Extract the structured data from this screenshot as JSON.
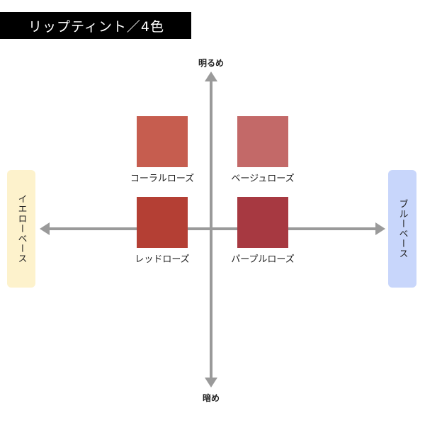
{
  "title": "リップティント／4色",
  "axes": {
    "top_label": "明るめ",
    "bottom_label": "暗め",
    "left_label": "イエローベース",
    "right_label": "ブルーベース"
  },
  "colors": {
    "title_bg": "#000000",
    "axis": "#9a9a9a",
    "left_tag_bg": "#fdf2cc",
    "right_tag_bg": "#c8d6fb"
  },
  "swatches": [
    {
      "label": "コーラルローズ",
      "color": "#c65d4f",
      "quadrant": "top-left"
    },
    {
      "label": "ベージュローズ",
      "color": "#c36968",
      "quadrant": "top-right"
    },
    {
      "label": "レッドローズ",
      "color": "#b43f34",
      "quadrant": "bottom-left"
    },
    {
      "label": "パープルローズ",
      "color": "#a73941",
      "quadrant": "bottom-right"
    }
  ]
}
